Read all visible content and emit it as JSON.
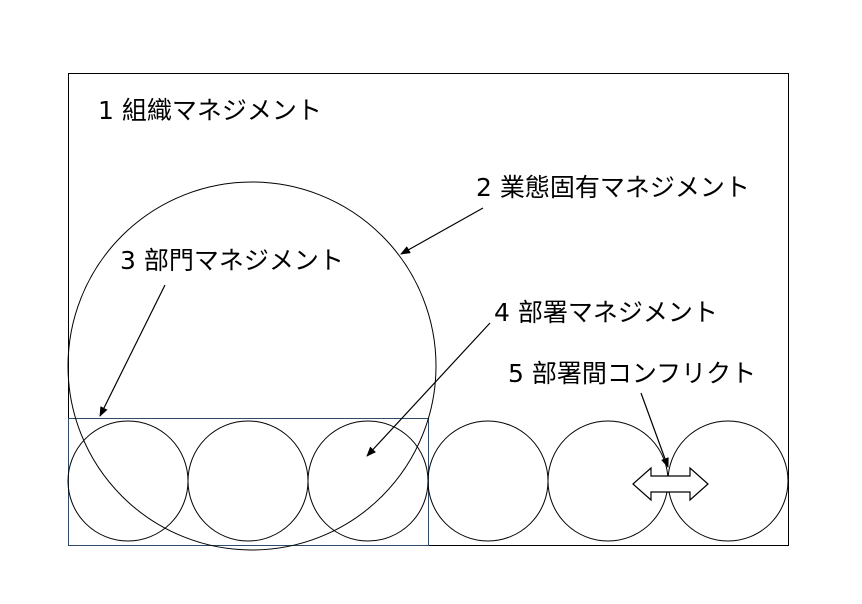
{
  "labels": {
    "organization": "1 組織マネジメント",
    "business_type": "2 業態固有マネジメント",
    "section": "3 部門マネジメント",
    "department": "4 部署マネジメント",
    "conflict": "5 部署間コンフリクト"
  },
  "colors": {
    "line": "#000000",
    "section_box": "#2e4a6b",
    "background": "#ffffff"
  }
}
